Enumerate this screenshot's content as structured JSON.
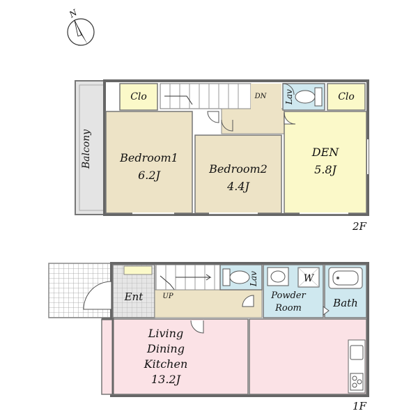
{
  "compass": {
    "letter": "N"
  },
  "floor2": {
    "level_label": "2F",
    "balcony": "Balcony",
    "closet_left": "Clo",
    "closet_right": "Clo",
    "dn": "DN",
    "lav": "Lav",
    "bedroom1": {
      "name": "Bedroom1",
      "size": "6.2J"
    },
    "bedroom2": {
      "name": "Bedroom2",
      "size": "4.4J"
    },
    "den": {
      "name": "DEN",
      "size": "5.8J"
    }
  },
  "floor1": {
    "level_label": "1F",
    "ent": "Ent",
    "up": "UP",
    "lav": "Lav",
    "washer": "W",
    "powder_room": {
      "line1": "Powder",
      "line2": "Room"
    },
    "bath": "Bath",
    "ldk": {
      "line1": "Living",
      "line2": "Dining",
      "line3": "Kitchen",
      "size": "13.2J"
    }
  },
  "colors": {
    "wall": "#666666",
    "bedroom": "#ede3c6",
    "den": "#fbf9c9",
    "hall": "#ede3c6",
    "closet": "#fbf9c9",
    "wet": "#cfe8ef",
    "ldk": "#fbe2e6",
    "balcony": "#e4e4e4",
    "entrance": "#e6e6e6"
  }
}
